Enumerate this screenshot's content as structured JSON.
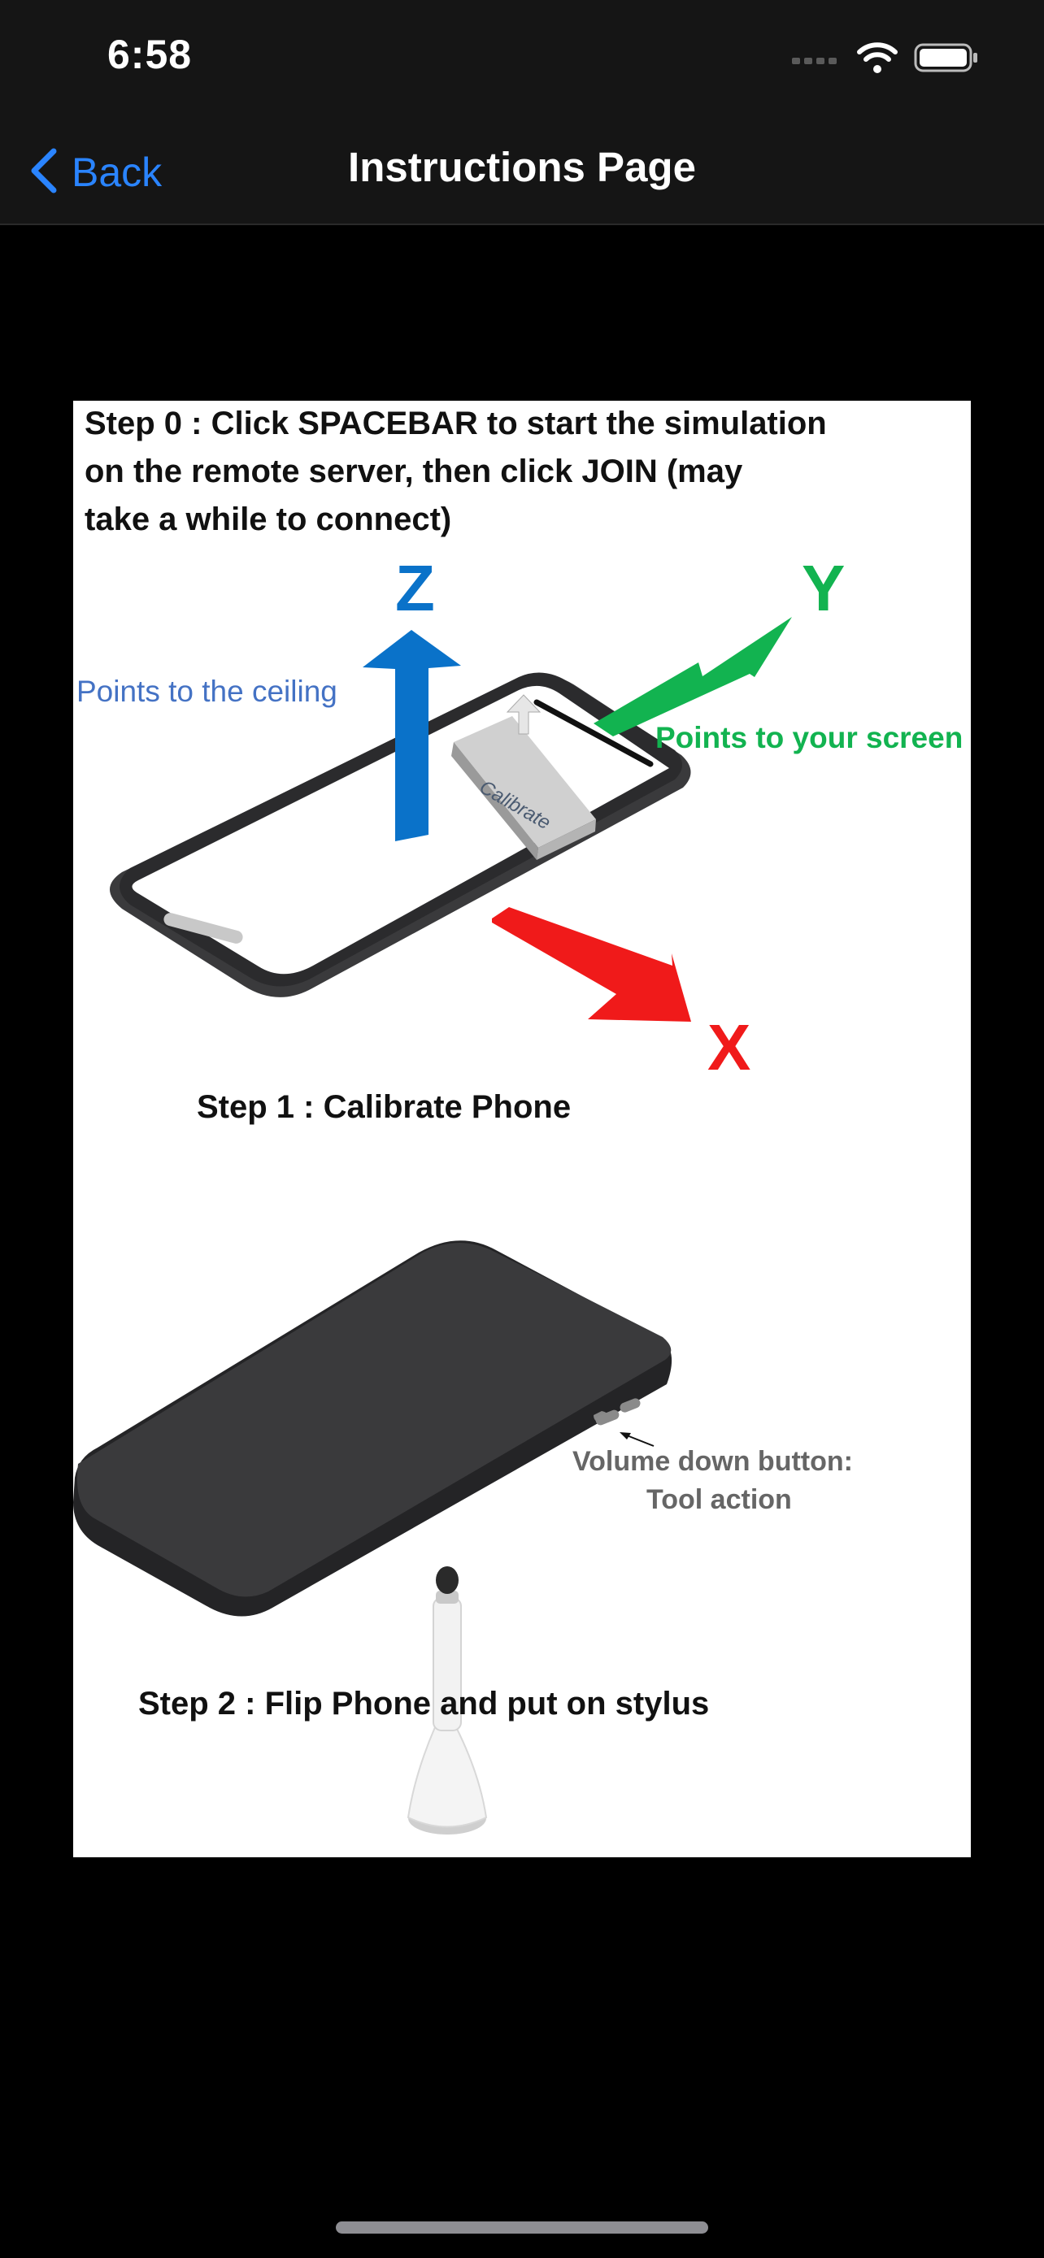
{
  "status_bar": {
    "time": "6:58",
    "icons": [
      "cellular-signal-icon",
      "wifi-icon",
      "battery-icon"
    ]
  },
  "nav_bar": {
    "back_label": "Back",
    "title": "Instructions Page",
    "back_icon": "chevron-left-icon",
    "accent_color": "#2a84ff"
  },
  "instructions_image": {
    "step0_lines": [
      "Step 0 : Click SPACEBAR to start the simulation",
      "on the remote server, then click JOIN (may",
      "take a while to connect)"
    ],
    "axis_z": "Z",
    "axis_y": "Y",
    "axis_x": "X",
    "z_caption": "Points to the ceiling",
    "y_caption": "Points to your screen",
    "calibrate_key": "Calibrate",
    "step1": "Step 1 : Calibrate Phone",
    "volume_lines": [
      "Volume down button:",
      "Tool action"
    ],
    "step2": "Step 2 : Flip Phone and put on stylus",
    "colors": {
      "z": "#0a72c9",
      "y": "#12b350",
      "x": "#f01a1a",
      "z_caption": "#4472c4",
      "y_caption": "#12b350"
    }
  }
}
